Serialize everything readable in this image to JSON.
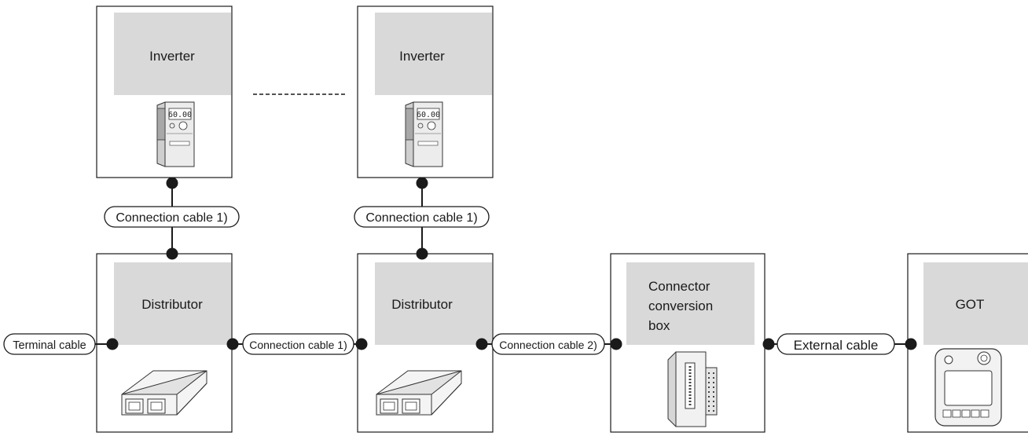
{
  "devices": {
    "inverter_1": "Inverter",
    "inverter_2": "Inverter",
    "distributor_1": "Distributor",
    "distributor_2": "Distributor",
    "converter": [
      "Connector",
      "conversion",
      "box"
    ],
    "got": "GOT"
  },
  "inverter_display": {
    "readout_1": "60.00",
    "readout_2": "60.00"
  },
  "cables": {
    "inverter1_to_distributor1": "Connection cable 1)",
    "inverter2_to_distributor2": "Connection cable 1)",
    "terminal": "Terminal cable",
    "distributor1_to_distributor2": "Connection cable 1)",
    "distributor2_to_converter": "Connection cable 2)",
    "external": "External cable"
  },
  "colors": {
    "label_fill": "#d9d9d9",
    "line": "#1a1a1a"
  }
}
